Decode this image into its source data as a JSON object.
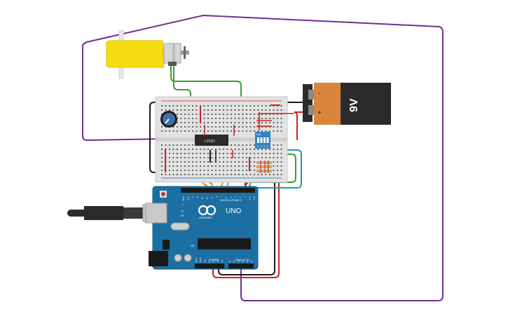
{
  "battery": {
    "voltage_label": "9V",
    "minus": "-",
    "plus": "+"
  },
  "motor_driver": {
    "chip_label": "L293D"
  },
  "dip_switch": {
    "on_label": "ON",
    "positions": [
      "1",
      "2",
      "3",
      "4"
    ]
  },
  "arduino": {
    "brand": "ARDUINO",
    "model": "UNO",
    "digital_label": "DIGITAL (PWM~)",
    "power_label": "POWER",
    "analog_label": "ANALOG IN",
    "tx_label": "TX",
    "rx_label": "RX",
    "l_label": "L",
    "on_label": "ON",
    "digital_pins": [
      "AREF",
      "GND",
      "13",
      "12",
      "~11",
      "~10",
      "~9",
      "8",
      "7",
      "~6",
      "~5",
      "4",
      "~3",
      "2",
      "TX 1",
      "RX 0"
    ],
    "power_pins": [
      "IOREF",
      "RESET",
      "3.3V",
      "5V",
      "GND",
      "GND",
      "VIN"
    ],
    "analog_pins": [
      "A0",
      "A1",
      "A2",
      "A3",
      "A4",
      "A5"
    ]
  },
  "colors": {
    "wire_purple": "#6f2f93",
    "wire_green": "#3f9a35",
    "wire_red": "#d01f1f",
    "wire_black": "#1a1a1a",
    "wire_orange": "#e8871e",
    "wire_teal": "#1e9ab0",
    "arduino_blue": "#1c6fa3",
    "motor_yellow": "#f5dc10",
    "battery_orange": "#d9863c"
  }
}
